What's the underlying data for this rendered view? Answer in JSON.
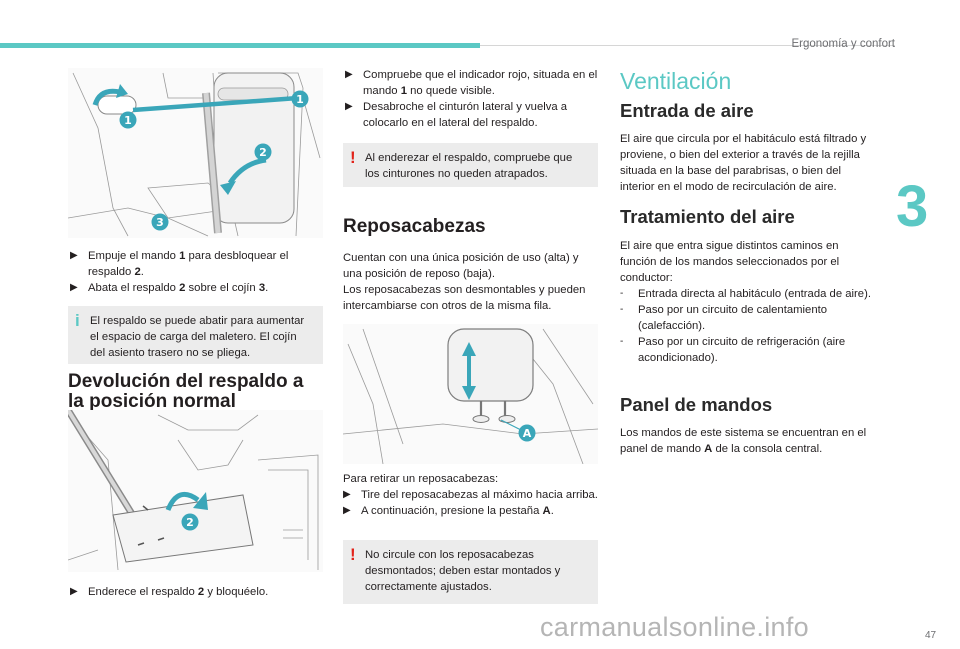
{
  "header": {
    "title": "Ergonomía y confort",
    "chapter": "3",
    "page": "47"
  },
  "watermark": "carmanualsonline.info",
  "col1": {
    "fig1_callouts": [
      "1",
      "1",
      "2",
      "3"
    ],
    "steps1": [
      {
        "marker": "",
        "parts": [
          "Empuje el mando ",
          "1",
          " para desbloquear el respaldo ",
          "2",
          "."
        ]
      },
      {
        "marker": "",
        "parts": [
          "Abata el respaldo ",
          "2",
          " sobre el cojín ",
          "3",
          "."
        ]
      }
    ],
    "note1": "El respaldo se puede abatir para aumentar el espacio de carga del maletero. El cojín del asiento trasero no se pliega.",
    "heading_line1": "Devolución del respaldo a",
    "heading_line2": "la posición normal",
    "fig2_callout": "2",
    "step_last": [
      "Enderece el respaldo ",
      "2",
      " y bloquéelo."
    ]
  },
  "col2": {
    "steps": [
      [
        "Compruebe que el indicador rojo, situada en el mando ",
        "1",
        " no quede visible."
      ],
      [
        "Desabroche el cinturón lateral y vuelva a colocarlo en el lateral del respaldo."
      ]
    ],
    "warn1": "Al enderezar el respaldo, compruebe que los cinturones no queden atrapados.",
    "heading": "Reposacabezas",
    "para1": "Cuentan con una única posición de uso (alta) y una posición de reposo (baja).",
    "para2": "Los reposacabezas son desmontables y pueden intercambiarse con otros de la misma fila.",
    "fig_callout": "A",
    "remove_intro": "Para retirar un reposacabezas:",
    "remove_steps": [
      [
        "Tire del reposacabezas al máximo hacia arriba."
      ],
      [
        "A continuación, presione la pestaña ",
        "A",
        "."
      ]
    ],
    "warn2": "No circule con los reposacabezas desmontados; deben estar montados y correctamente ajustados."
  },
  "col3": {
    "title": "Ventilación",
    "h_entrada": "Entrada de aire",
    "p_entrada": "El aire que circula por el habitáculo está filtrado y proviene, o bien del exterior a través de la rejilla situada en la base del parabrisas, o bien del interior en el modo de recirculación de aire.",
    "h_tratamiento": "Tratamiento del aire",
    "p_tratamiento": "El aire que entra sigue distintos caminos en función de los mandos seleccionados por el conductor:",
    "list": [
      "Entrada directa al habitáculo (entrada de aire).",
      "Paso por un circuito de calentamiento (calefacción).",
      "Paso por un circuito de refrigeración (aire acondicionado)."
    ],
    "h_panel": "Panel de mandos",
    "p_panel": [
      "Los mandos de este sistema se encuentran en el panel de mando ",
      "A",
      " de la consola central."
    ]
  },
  "colors": {
    "accent": "#5bc8c4",
    "warning": "#e2231a",
    "note_bg": "#ececec",
    "callout": "#3aa6b9"
  },
  "icons": {
    "bullet": "arrow-bullet-icon",
    "info": "info-icon",
    "warning": "warning-icon"
  }
}
